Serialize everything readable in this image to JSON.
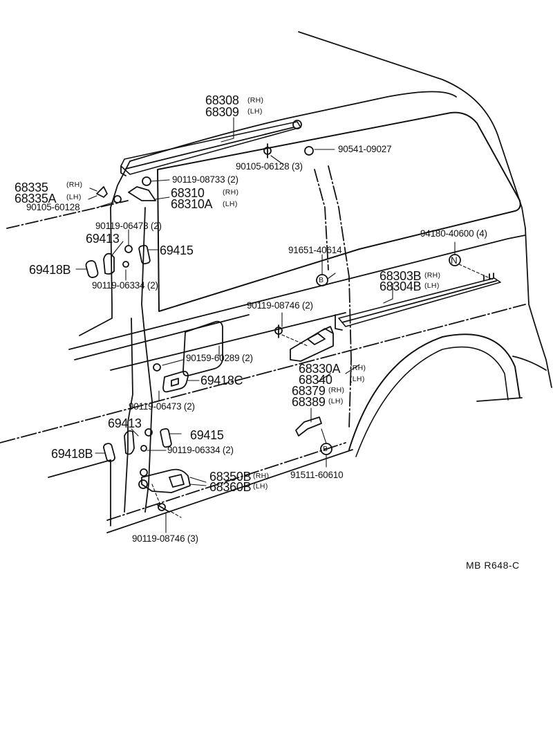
{
  "diagram": {
    "code": "MB  R648-C",
    "labels": {
      "p68308": "68308",
      "p68308_side": "(RH)",
      "p68309": "68309",
      "p68309_side": "(LH)",
      "p90541": "90541-09027",
      "p90105a": "90105-06128 (3)",
      "p68335": "68335",
      "p68335_side": "(RH)",
      "p68335A": "68335A",
      "p68335A_side": "(LH)",
      "p90105b": "90105-60128",
      "p90119a": "90119-08733 (2)",
      "p68310": "68310",
      "p68310_side": "(RH)",
      "p68310A": "68310A",
      "p68310A_side": "(LH)",
      "p90119b": "90119-06473 (2)",
      "p69413a": "69413",
      "p69415a": "69415",
      "p69418Ba": "69418B",
      "p90119c": "90119-06334 (2)",
      "p94180": "94180-40600 (4)",
      "p91651": "91651-40614",
      "p68303B": "68303B",
      "p68303B_side": "(RH)",
      "p68304B": "68304B",
      "p68304B_side": "(LH)",
      "p90119d": "90119-08746 (2)",
      "p90159": "90159-60289 (2)",
      "p69418C": "69418C",
      "p68330A": "68330A",
      "p68330A_side": "(RH)",
      "p68340": "68340",
      "p68340_side": "(LH)",
      "p68379": "68379",
      "p68379_side": "(RH)",
      "p68389": "68389",
      "p68389_side": "(LH)",
      "p90119e": "90119-06473 (2)",
      "p69413b": "69413",
      "p69415b": "69415",
      "p69418Bb": "69418B",
      "p90119f": "90119-06334 (2)",
      "p68350B": "68350B",
      "p68350B_side": "(RH)",
      "p68360B": "68360B",
      "p68360B_side": "(LH)",
      "p91511": "91511-60610",
      "p90119g": "90119-08746 (3)",
      "marker_n": "N",
      "marker_b1": "B",
      "marker_b2": "B"
    }
  }
}
